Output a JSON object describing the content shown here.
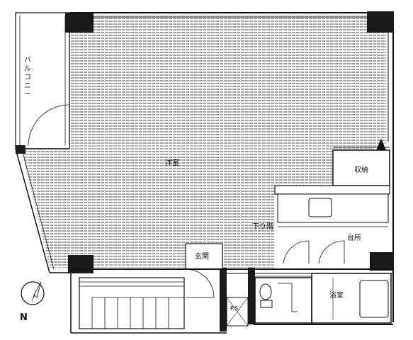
{
  "rooms": {
    "balcony": "バルコニー",
    "western_room": "洋室",
    "storage": "収納",
    "kitchen": "台所",
    "entrance": "玄関",
    "bath": "浴室",
    "down_stairs": "下り階",
    "ps": "P.S"
  },
  "compass": {
    "north": "N"
  },
  "colors": {
    "line": "#111111",
    "wall": "#1a1a1a",
    "paper": "#ffffff"
  }
}
